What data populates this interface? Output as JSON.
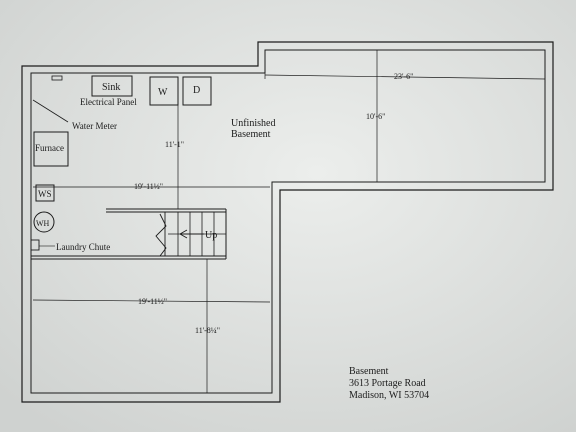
{
  "rooms": {
    "sink": "Sink",
    "washer": "W",
    "dryer": "D",
    "electrical_panel": "Electrical Panel",
    "water_meter": "Water Meter",
    "furnace": "Furnace",
    "water_softener": "WS",
    "water_heater": "WH",
    "laundry_chute": "Laundry Chute",
    "stairs_up": "Up",
    "unfinished_line1": "Unfinished",
    "unfinished_line2": "Basement"
  },
  "dimensions": {
    "top_width": "23'-6\"",
    "right_height": "10'-6\"",
    "center_height": "11'-1\"",
    "mid_width": "19'-11½\"",
    "lower_width": "19'-11½\"",
    "lower_height": "11'-8¼\""
  },
  "title_block": {
    "line1": "Basement",
    "line2": "3613 Portage Road",
    "line3": "Madison, WI 53704"
  },
  "colors": {
    "paper": "#e3e6e3",
    "ink": "#1c1c1c"
  }
}
